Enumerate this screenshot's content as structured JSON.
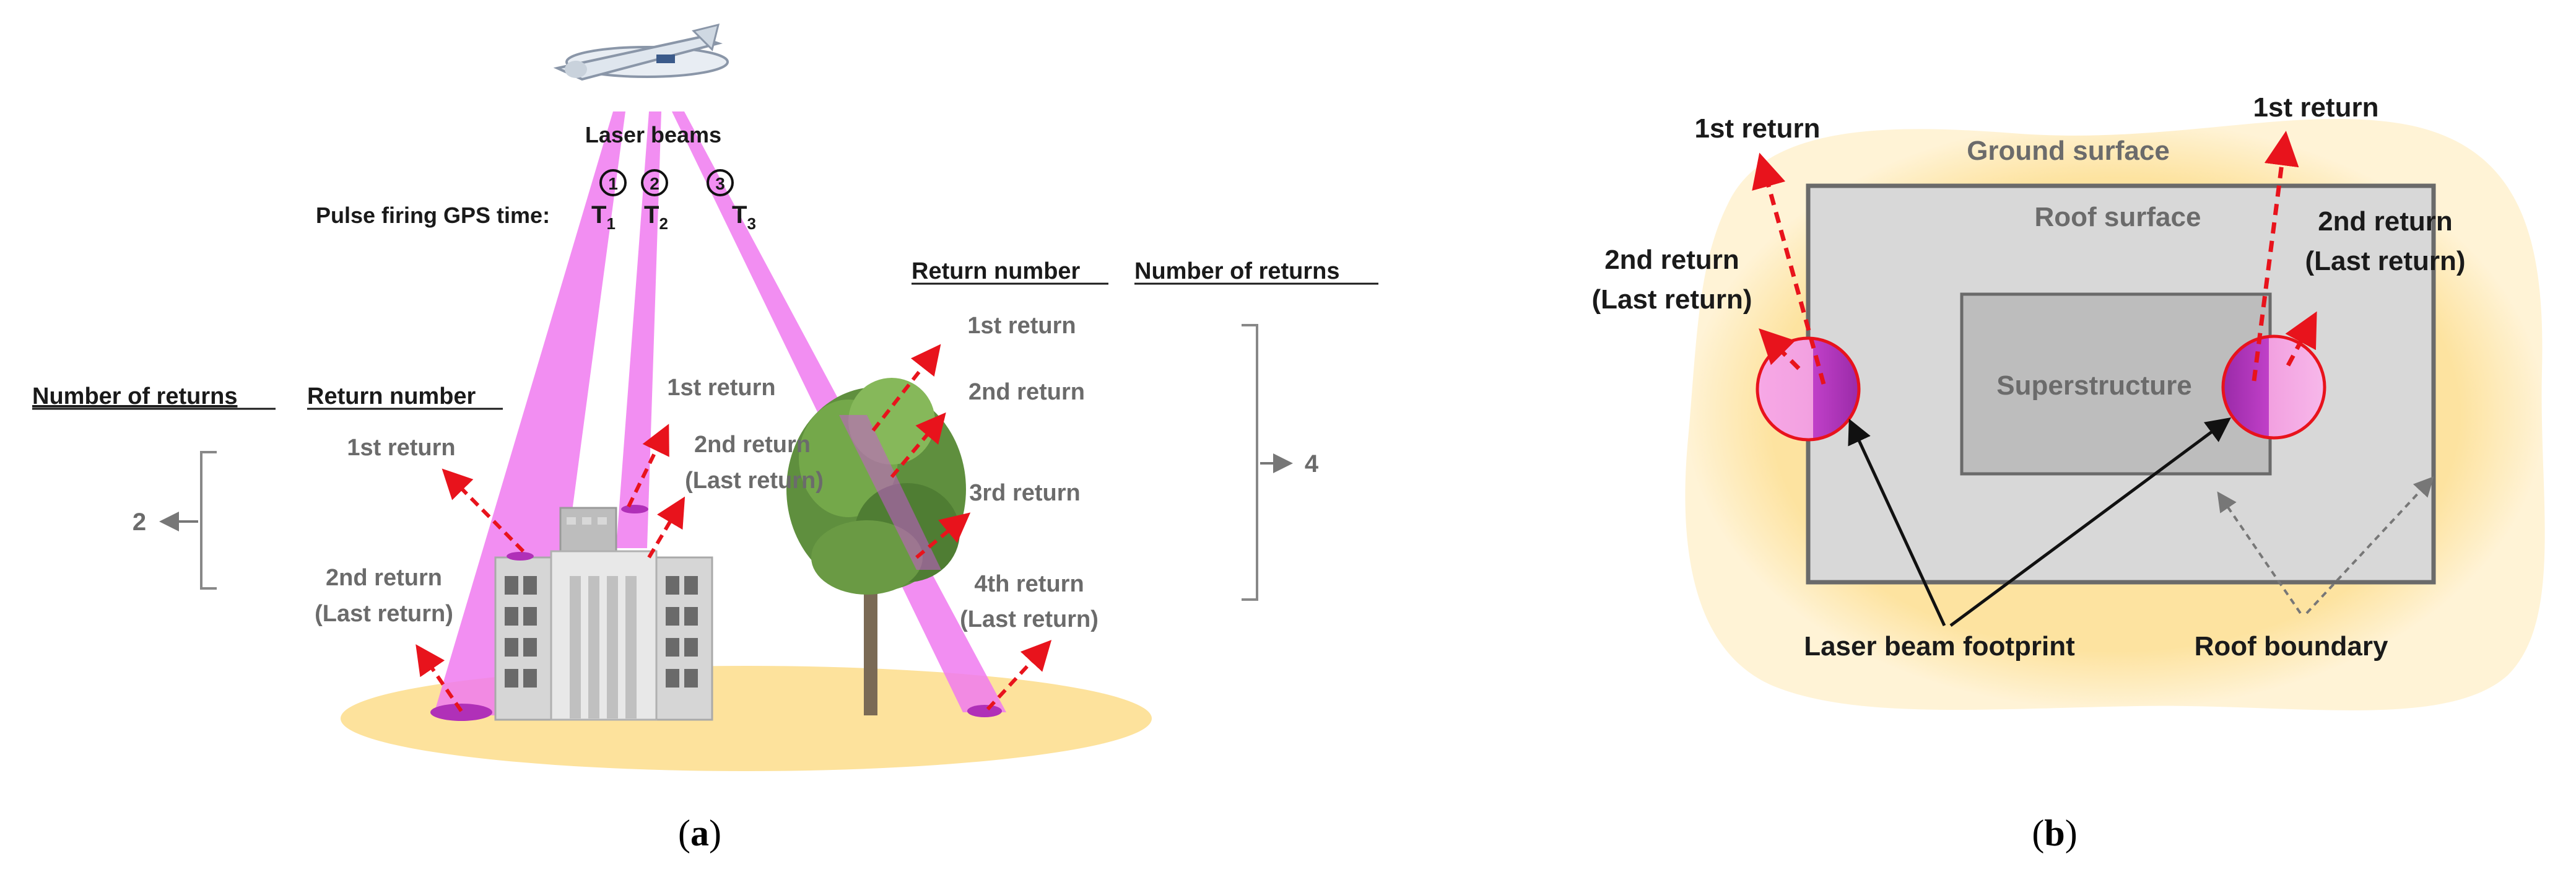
{
  "panel_a": {
    "laser_beams": "Laser beams",
    "pulse_label": "Pulse firing GPS time:",
    "pulses": [
      {
        "num": "1",
        "t": "T",
        "sub": "1"
      },
      {
        "num": "2",
        "t": "T",
        "sub": "2"
      },
      {
        "num": "3",
        "t": "T",
        "sub": "3"
      }
    ],
    "left_header_count": "Number of returns",
    "left_header_return": "Return number",
    "left_returns": [
      "1st return",
      "2nd return",
      "(Last return)"
    ],
    "left_count": "2",
    "mid_returns": [
      "1st return",
      "2nd return",
      "(Last return)"
    ],
    "right_header_return": "Return number",
    "right_header_count": "Number of returns",
    "right_returns": [
      "1st return",
      "2nd return",
      "3rd return",
      "4th return",
      "(Last return)"
    ],
    "right_count": "4",
    "caption_open": "(",
    "caption_letter": "a",
    "caption_close": ")"
  },
  "panel_b": {
    "ground_surface": "Ground surface",
    "roof_surface": "Roof surface",
    "superstructure": "Superstructure",
    "left_first": "1st return",
    "left_second": [
      "2nd return",
      "(Last return)"
    ],
    "right_first": "1st return",
    "right_second": [
      "2nd return",
      "(Last return)"
    ],
    "footprint": "Laser beam footprint",
    "roof_boundary": "Roof boundary",
    "caption_open": "(",
    "caption_letter": "b",
    "caption_close": ")"
  },
  "colors": {
    "beam": "#f07af0",
    "ground": "#fde3a0",
    "arrow": "#e8131c",
    "footprint": "#b030b8"
  }
}
